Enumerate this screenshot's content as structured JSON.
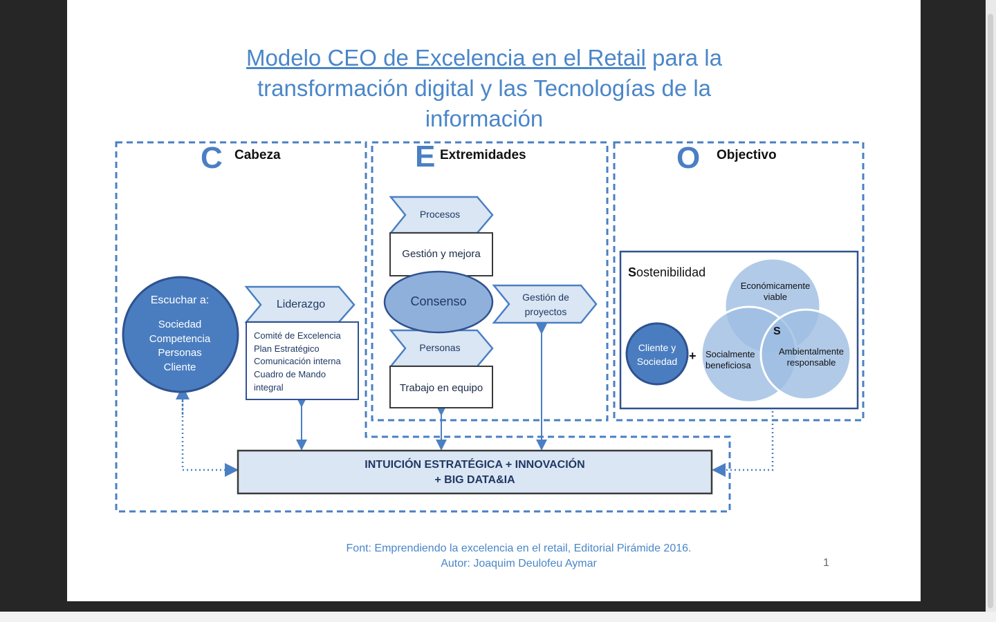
{
  "title": {
    "underlined": "Modelo CEO de Excelencia en el Retail",
    "rest_line1": " para la",
    "line2": "transformación digital y las Tecnologías de la",
    "line3": "información"
  },
  "sections": {
    "c": {
      "letter": "C",
      "name": "Cabeza"
    },
    "e": {
      "letter": "E",
      "name": "Extremidades"
    },
    "o": {
      "letter": "O",
      "name": "Objectivo"
    }
  },
  "cabeza": {
    "circle_title": "Escuchar a:",
    "circle_items": [
      "Sociedad",
      "Competencia",
      "Personas",
      "Cliente"
    ],
    "liderazgo": "Liderazgo",
    "liderazgo_items": [
      "Comité de Excelencia",
      "Plan Estratégico",
      "Comunicación interna",
      "Cuadro de Mando",
      "integral"
    ]
  },
  "extremidades": {
    "procesos": "Procesos",
    "gestion_mejora": "Gestión y mejora",
    "consenso": "Consenso",
    "personas": "Personas",
    "trabajo": "Trabajo en equipo",
    "proyectos_line1": "Gestión de",
    "proyectos_line2": "proyectos"
  },
  "objetivo": {
    "sostenibilidad_initial": "S",
    "sostenibilidad_rest": "ostenibilidad",
    "cliente_line1": "Cliente y",
    "cliente_line2": "Sociedad",
    "plus": "+",
    "economica_line1": "Económicamente",
    "economica_line2": "viable",
    "social_line1": "Socialmente",
    "social_line2": "beneficiosa",
    "ambiental_line1": "Ambientalmente",
    "ambiental_line2": "responsable",
    "center": "S"
  },
  "bottom_box": {
    "line1": "INTUICIÓN  ESTRATÉGICA + INNOVACIÓN",
    "line2": "+ BIG DATA&IA"
  },
  "footer": {
    "line1": "Font: Emprendiendo la excelencia en el retail, Editorial Pirámide 2016.",
    "line2": "Autor: Joaquim Deulofeu Aymar",
    "page": "1"
  },
  "colors": {
    "accent": "#4a7fc3",
    "dark_blue": "#1f3864",
    "light_fill": "#dae6f3",
    "circle_fill": "#4a7dc0",
    "venn_fill": "#9dbde2"
  }
}
